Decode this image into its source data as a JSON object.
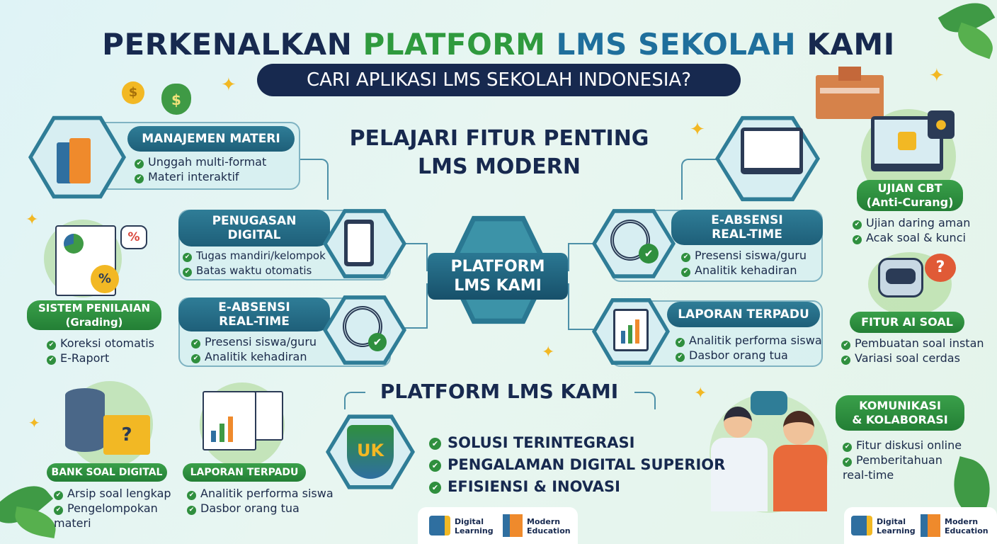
{
  "header": {
    "title_part1": "PERKENALKAN ",
    "title_part2": "PLATFORM",
    "title_part3": " LMS SEKOLAH",
    "title_part4": " KAMI",
    "subtitle": "CARI APLIKASI LMS SEKOLAH INDONESIA?",
    "center_heading_line1": "PELAJARI FITUR PENTING",
    "center_heading_line2": "LMS MODERN"
  },
  "center": {
    "platform_line1": "PLATFORM",
    "platform_line2": "LMS KAMI"
  },
  "cards": {
    "manajemen": {
      "title": "MANAJEMEN MATERI",
      "items": [
        "Unggah multi-format",
        "Materi interaktif"
      ]
    },
    "penugasan": {
      "title_line1": "PENUGASAN",
      "title_line2": "DIGITAL",
      "items": [
        "Tugas mandiri/kelompok",
        "Batas waktu otomatis"
      ]
    },
    "absensi_left": {
      "title_line1": "E-ABSENSI",
      "title_line2": "REAL-TIME",
      "items": [
        "Presensi siswa/guru",
        "Analitik kehadiran"
      ]
    },
    "absensi_right": {
      "title_line1": "E-ABSENSI",
      "title_line2": "REAL-TIME",
      "items": [
        "Presensi siswa/guru",
        "Analitik kehadiran"
      ]
    },
    "laporan_right": {
      "title": "LAPORAN TERPADU",
      "items": [
        "Analitik performa siswa",
        "Dasbor orang tua"
      ]
    },
    "penilaian": {
      "title_line1": "SISTEM PENILAIAN",
      "title_line2": "(Grading)",
      "items": [
        "Koreksi otomatis",
        "E-Raport"
      ]
    },
    "bank_soal": {
      "title": "BANK SOAL DIGITAL",
      "items": [
        "Arsip soal lengkap",
        "Pengelompokan materi"
      ]
    },
    "laporan_left": {
      "title": "LAPORAN TERPADU",
      "items": [
        "Analitik performa siswa",
        "Dasbor orang tua"
      ]
    },
    "ujian": {
      "title_line1": "UJIAN CBT",
      "title_line2": "(Anti-Curang)",
      "items": [
        "Ujian daring aman",
        "Acak soal & kunci"
      ]
    },
    "ai_soal": {
      "title": "FITUR AI SOAL",
      "items": [
        "Pembuatan soal instan",
        "Variasi soal cerdas"
      ]
    },
    "komunikasi": {
      "title_line1": "KOMUNIKASI",
      "title_line2": "& KOLABORASI",
      "items": [
        "Fitur diskusi online",
        "Pemberitahuan real-time"
      ]
    }
  },
  "bottom": {
    "heading": "PLATFORM LMS KAMI",
    "shield_text": "UK",
    "bullets": [
      "SOLUSI TERINTEGRASI",
      "PENGALAMAN DIGITAL SUPERIOR",
      "EFISIENSI & INOVASI"
    ]
  },
  "footer": {
    "digital_line1": "Digital",
    "digital_line2": "Learning",
    "modern_line1": "Modern",
    "modern_line2": "Education"
  },
  "colors": {
    "navy": "#17294f",
    "teal": "#2f7d97",
    "green": "#2f9a3e",
    "sparkle": "#f2b824"
  }
}
